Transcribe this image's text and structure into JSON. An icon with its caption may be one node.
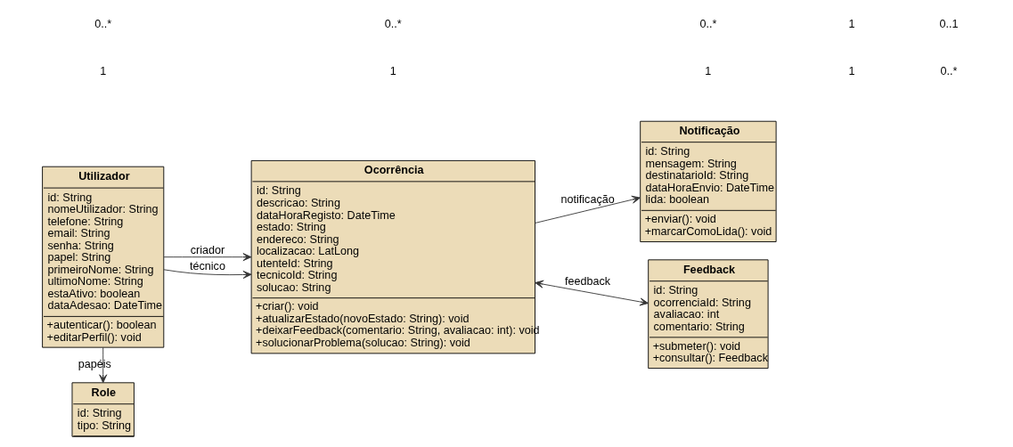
{
  "diagram": {
    "nodes": [
      {
        "text": [
          "Utilizador",
          "id: String",
          "nomeUtilizador: String",
          "telefone: String",
          "email: String",
          "senha: String",
          "papel: String",
          "primeiroNome: String",
          "ultimoNome: String",
          "estaAtivo: boolean",
          "dataAdesao: DateTime",
          "+autenticar(): boolean",
          "+editarPerfil(): void"
        ]
      },
      {
        "text": [
          "Ocorrência",
          "id: String",
          "descricao: String",
          "dataHoraRegisto: DateTime",
          "estado: String",
          "endereco: String",
          "localizacao: LatLong",
          "utenteId: String",
          "tecnicoId: String",
          "solucao: String",
          "+criar(): void",
          "+atualizarEstado(novoEstado: String): void",
          "+deixarFeedback(comentario: String, avaliacao: int): void",
          "+solucionarProblema(solucao: String): void"
        ]
      },
      {
        "text": [
          "Notificação",
          "id: String",
          "mensagem: String",
          "destinatarioId: String",
          "dataHoraEnvio: DateTime",
          "lida: boolean",
          "+enviar(): void",
          "+marcarComoLida(): void"
        ]
      },
      {
        "text": [
          "Feedback",
          "id: String",
          "ocorrenciaId: String",
          "avaliacao: int",
          "comentario: String",
          "+submeter(): void",
          "+consultar(): Feedback"
        ]
      },
      {
        "text": [
          "Role",
          "id: String",
          "tipo: String"
        ]
      }
    ],
    "edges": [
      {
        "from": 0,
        "to": 1,
        "arrow": "to",
        "label": "criador"
      },
      {
        "from": 1,
        "to": 2,
        "arrow": "to",
        "label": "notificação"
      },
      {
        "from": 0,
        "to": 1,
        "arrow": "to",
        "label": "técnico"
      },
      {
        "from": 1,
        "to": 3,
        "arrow": "both",
        "label": "feedback"
      },
      {
        "from": 0,
        "to": 4,
        "arrow": "to",
        "label": "papéis"
      }
    ],
    "labels": [
      "1",
      "0..*",
      "1",
      "0..*",
      "1",
      "0..*",
      "1",
      "1",
      "0..*",
      "0..1"
    ]
  }
}
